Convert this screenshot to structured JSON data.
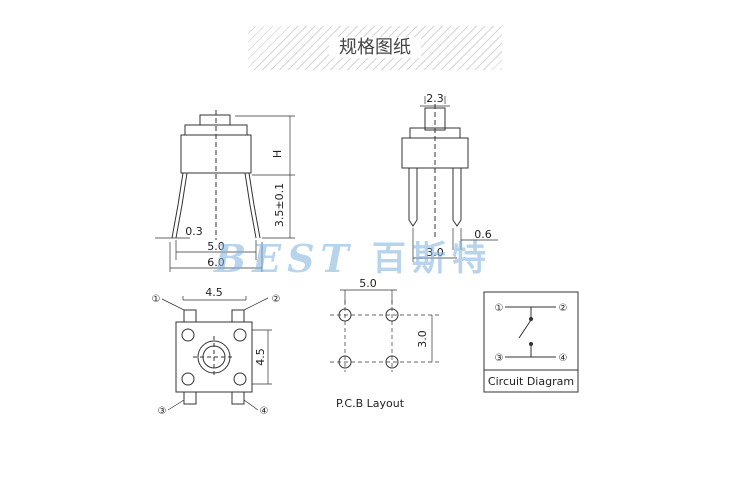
{
  "title": "规格图纸",
  "side_view": {
    "dim_h": "H",
    "dim_lead": "3.5±0.1",
    "dim_pin_width": "0.3",
    "dim_pitch": "5.0",
    "dim_body": "6.0"
  },
  "front_view": {
    "dim_top": "2.3",
    "dim_pin": "0.6",
    "dim_pitch": "3.0"
  },
  "top_view": {
    "dim_width": "4.5",
    "dim_height": "4.5",
    "pins": [
      "①",
      "②",
      "③",
      "④"
    ]
  },
  "pcb_layout": {
    "dim_x": "5.0",
    "dim_y": "3.0",
    "caption": "P.C.B Layout"
  },
  "circuit": {
    "pins": [
      "①",
      "②",
      "③",
      "④"
    ],
    "caption": "Circuit Diagram"
  },
  "watermark": {
    "latin": "BEST",
    "chinese": "百斯特"
  }
}
